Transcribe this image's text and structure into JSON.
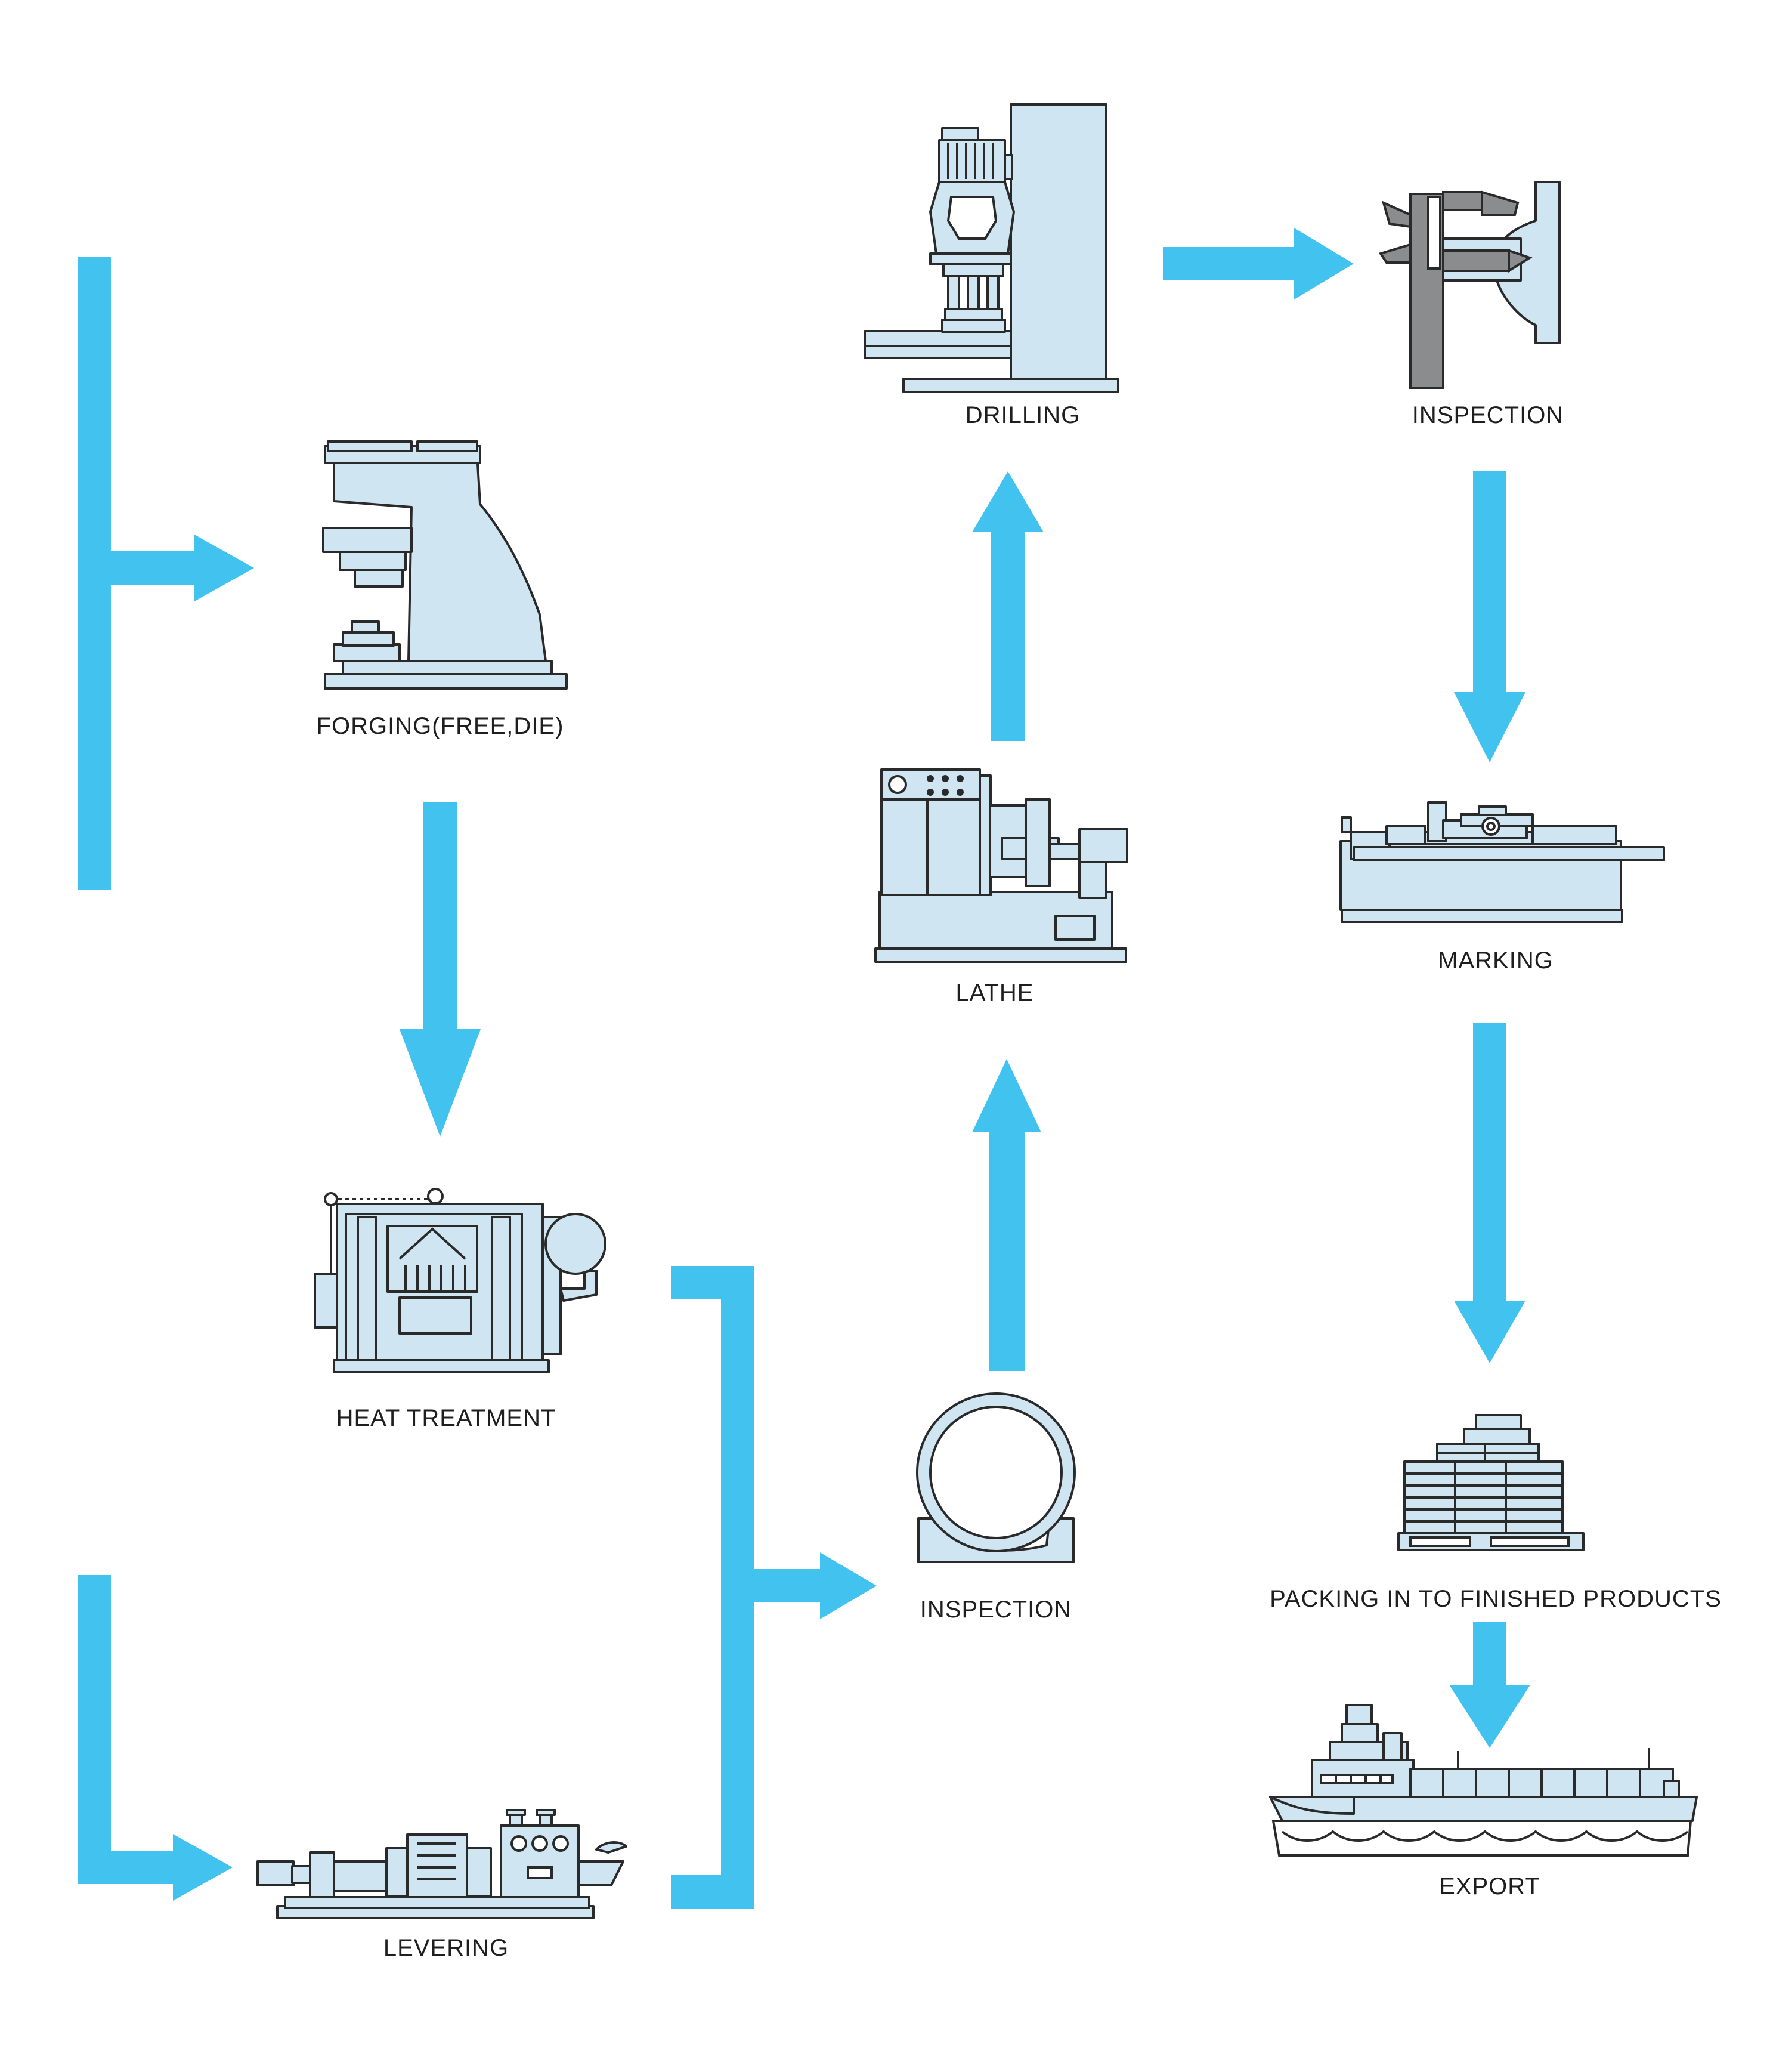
{
  "colors": {
    "arrow": "#42c3ef",
    "machine_fill": "#cfe6f2",
    "outline": "#2a2a2a",
    "text": "#1e1e1e"
  },
  "steps": {
    "forging": "FORGING(FREE,DIE)",
    "heat_treatment": "HEAT TREATMENT",
    "levering": "LEVERING",
    "inspection_ring": "INSPECTION",
    "lathe": "LATHE",
    "drilling": "DRILLING",
    "inspection_caliper": "INSPECTION",
    "marking": "MARKING",
    "packing": "PACKING IN TO FINISHED PRODUCTS",
    "export": "EXPORT"
  },
  "icons": {
    "forging": "forging-hammer-icon",
    "heat_treatment": "heat-treatment-furnace-icon",
    "levering": "levering-machine-icon",
    "inspection_ring": "inspection-ring-icon",
    "lathe": "lathe-machine-icon",
    "drilling": "drilling-machine-icon",
    "inspection_caliper": "caliper-inspection-icon",
    "marking": "marking-machine-icon",
    "packing": "packing-pallet-icon",
    "export": "cargo-ship-icon"
  }
}
